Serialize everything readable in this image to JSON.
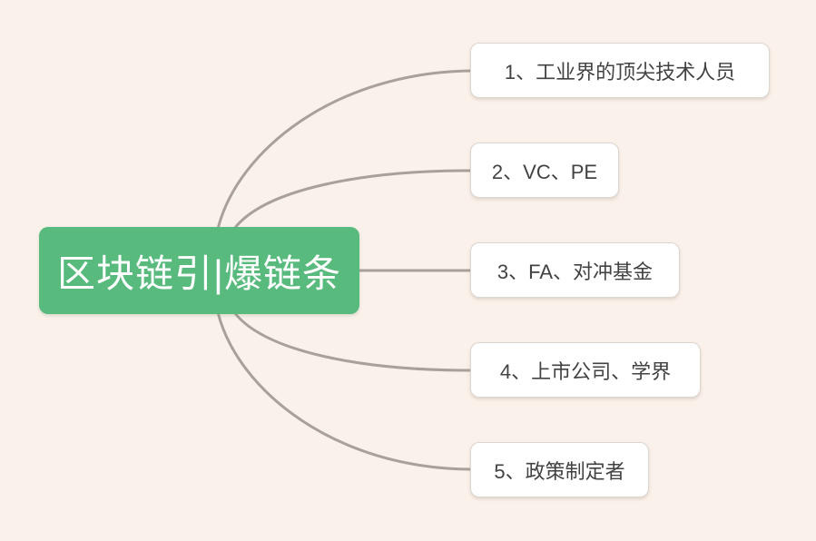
{
  "mindmap": {
    "root": {
      "label": "区块链引|爆链条"
    },
    "children": [
      {
        "label": "1、工业界的顶尖技术人员"
      },
      {
        "label": "2、VC、PE"
      },
      {
        "label": "3、FA、对冲基金"
      },
      {
        "label": "4、上市公司、学界"
      },
      {
        "label": "5、政策制定者"
      }
    ]
  },
  "colors": {
    "background": "#faf1ea",
    "root_bg": "#58ba7d",
    "root_text": "#ffffff",
    "node_bg": "#ffffff",
    "node_border": "#dcd6d0",
    "node_text": "#424242",
    "connector": "#a8a09a"
  }
}
